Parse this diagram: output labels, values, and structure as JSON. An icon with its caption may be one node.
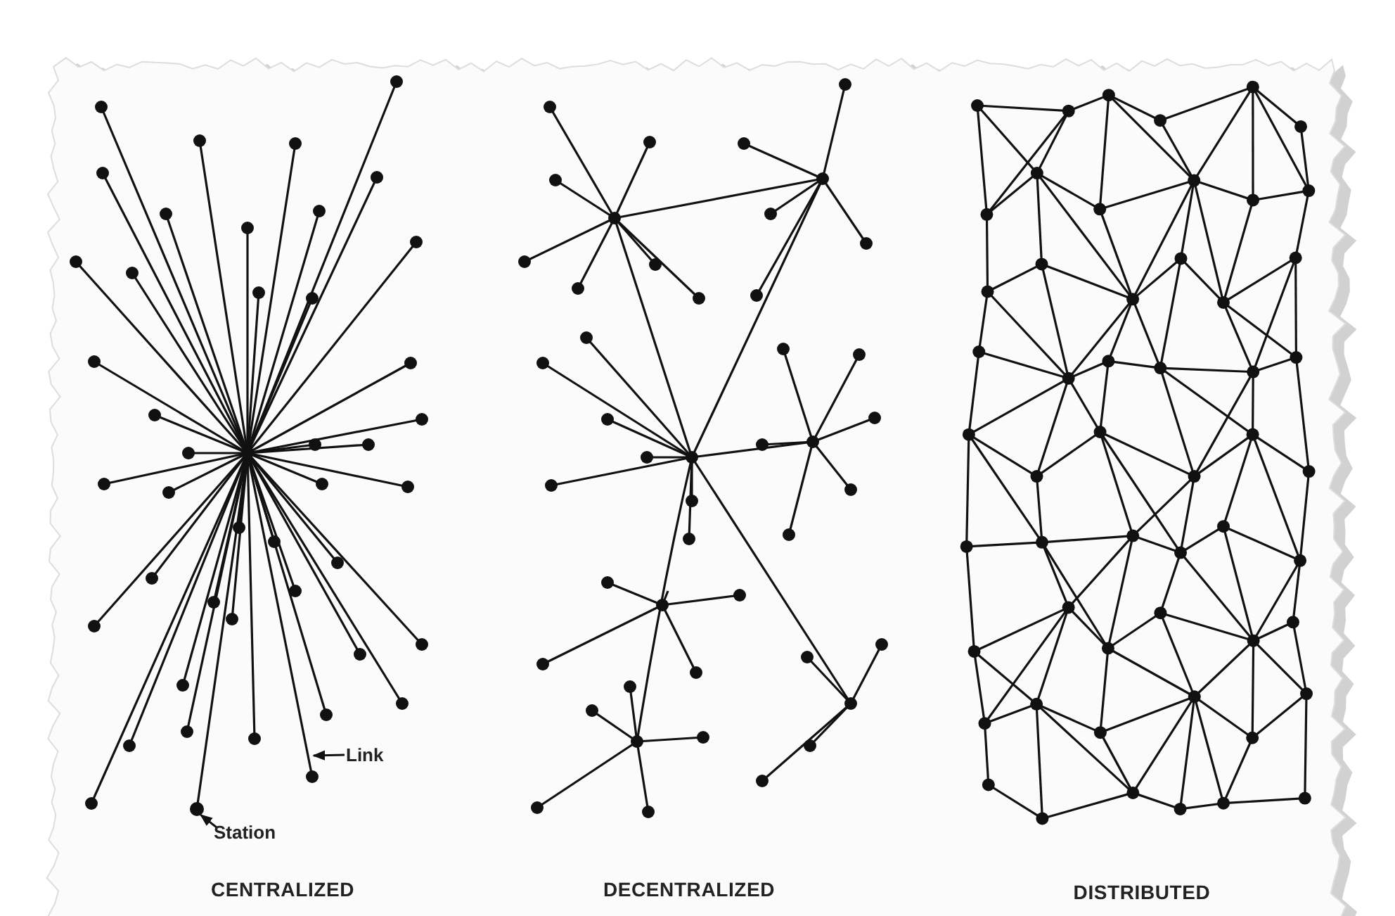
{
  "diagram": {
    "nodes": [
      {
        "text": [
          "Link"
        ]
      },
      {
        "text": [
          "Station"
        ]
      },
      {
        "text": [],
        "shape": "circle"
      }
    ],
    "edges": [
      {
        "from": 0,
        "to": null,
        "arrow": "to"
      },
      {
        "from": 1,
        "to": 2,
        "arrow": "to"
      }
    ],
    "labels": [
      "CENTRALIZED",
      "DECENTRALIZED",
      "DISTRIBUTED"
    ]
  }
}
